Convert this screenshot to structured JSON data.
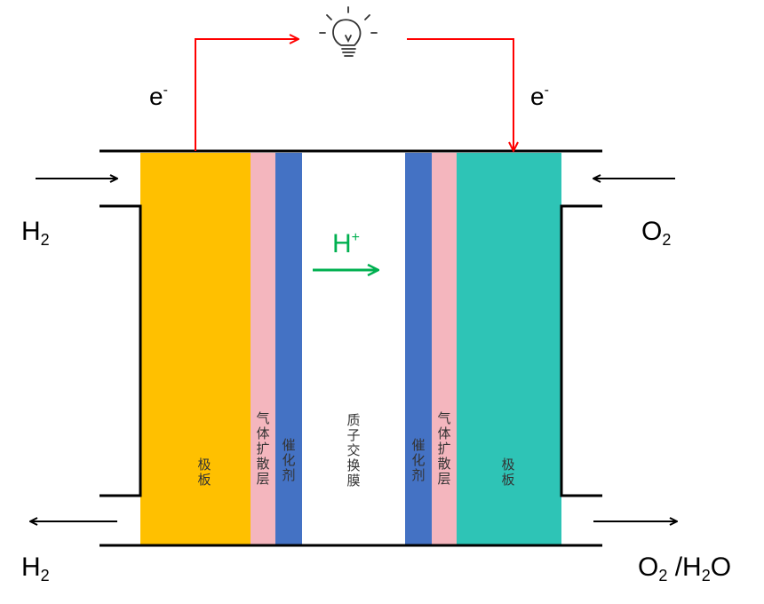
{
  "labels": {
    "electron_left": "e",
    "electron_right": "e",
    "electron_charge": "-",
    "h2_in": "H",
    "h2_in_sub": "2",
    "h2_out": "H",
    "h2_out_sub": "2",
    "o2_in": "O",
    "o2_in_sub": "2",
    "o2_out_o": "O",
    "o2_out_o_sub": "2",
    "o2_out_sep": " /H",
    "o2_out_h_sub": "2",
    "o2_out_tail": "O",
    "proton": "H",
    "proton_charge": "+"
  },
  "layers": [
    {
      "id": "anode-plate",
      "text": "极板",
      "color": "#FFC000"
    },
    {
      "id": "anode-gdl",
      "text": "气体扩散层",
      "color": "#F4B6BE"
    },
    {
      "id": "anode-catalyst",
      "text": "催化剂",
      "color": "#4472C4"
    },
    {
      "id": "membrane",
      "text": "质子交换膜",
      "color": "#FFFFFF"
    },
    {
      "id": "cathode-catalyst",
      "text": "催化剂",
      "color": "#4472C4"
    },
    {
      "id": "cathode-gdl",
      "text": "气体扩散层",
      "color": "#F4B6BE"
    },
    {
      "id": "cathode-plate",
      "text": "极板",
      "color": "#2EC4B6"
    }
  ],
  "colors": {
    "circuit": "#FF0000",
    "proton_arrow": "#00B050",
    "frame": "#000000",
    "bulb": "#333333"
  },
  "icons": {
    "bulb": "lightbulb-icon"
  }
}
